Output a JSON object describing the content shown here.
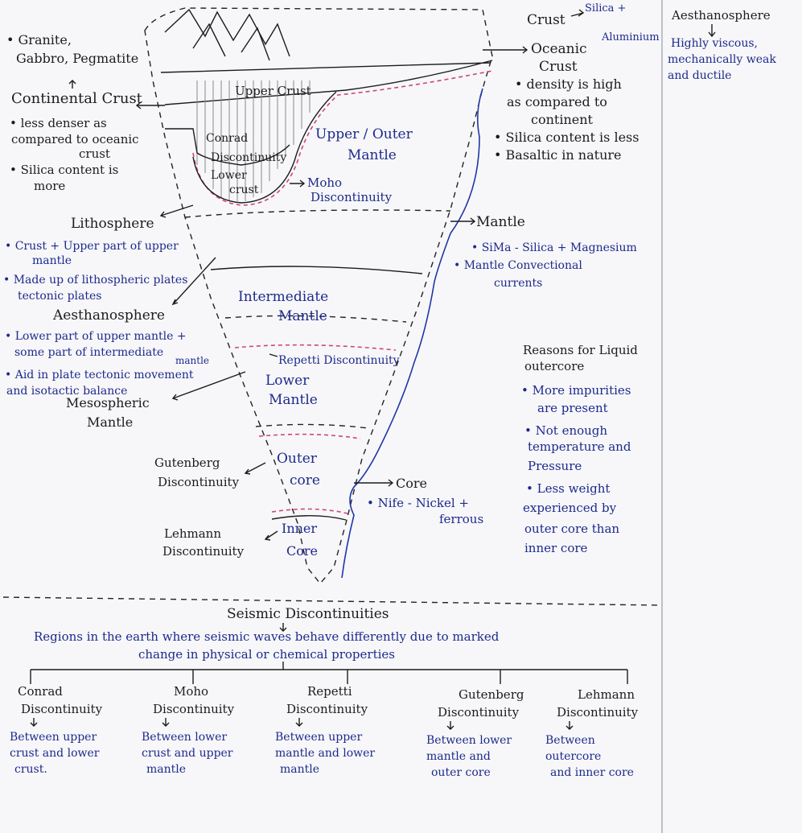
{
  "colors": {
    "ink": "#1c1c1c",
    "blue_ink": "#1d2a8c",
    "pink": "#d0457a",
    "paper": "#f7f7f9"
  },
  "labels": {
    "crust_top": "Crust",
    "crust_composition_line1": "Silica +",
    "crust_composition_line2": "Aluminium",
    "aesthanosphere_top": "Aesthanosphere",
    "aesth_props_1": "Highly viscous,",
    "aesth_props_2": "mechanically weak",
    "aesth_props_3": "and ductile",
    "rocks_1": "• Granite,",
    "rocks_2": "Gabbro, Pegmatite",
    "continental_crust": "Continental Crust",
    "cont_note_1": "• less denser as",
    "cont_note_2": "compared to oceanic",
    "cont_note_3": "crust",
    "cont_note_4": "• Silica content is",
    "cont_note_5": "more",
    "upper_crust": "Upper Crust",
    "conrad_diag_1": "Conrad",
    "conrad_diag_2": "Discontinuity",
    "lower_crust_1": "Lower",
    "lower_crust_2": "crust",
    "upper_outer_mantle_1": "Upper / Outer",
    "upper_outer_mantle_2": "Mantle",
    "moho_diag_1": "Moho",
    "moho_diag_2": "Discontinuity",
    "oceanic_crust_1": "Oceanic",
    "oceanic_crust_2": "Crust",
    "oceanic_note_1": "• density is high",
    "oceanic_note_2": "as compared to",
    "oceanic_note_3": "continent",
    "oceanic_note_4": "• Silica content is less",
    "oceanic_note_5": "• Basaltic in nature",
    "lithosphere": "Lithosphere",
    "litho_note_1": "• Crust + Upper part of upper",
    "litho_note_2": "mantle",
    "litho_note_3": "• Made up of lithospheric plates",
    "litho_note_4": "tectonic plates",
    "mantle": "Mantle",
    "sima": "• SiMa - Silica + Magnesium",
    "mantle_conv_1": "• Mantle Convectional",
    "mantle_conv_2": "currents",
    "aesthanosphere_left": "Aesthanosphere",
    "aesth_note_1": "• Lower part of upper mantle +",
    "aesth_note_2": "some part of intermediate",
    "aesth_note_3": "mantle",
    "aesth_note_4": "• Aid in plate tectonic movement",
    "aesth_note_5": "and isotactic balance",
    "intermediate_mantle_1": "Intermediate",
    "intermediate_mantle_2": "Mantle",
    "repetti_diag": "Repetti Discontinuity",
    "lower_mantle_1": "Lower",
    "lower_mantle_2": "Mantle",
    "mesospheric_1": "Mesospheric",
    "mesospheric_2": "Mantle",
    "reasons_1": "Reasons for Liquid",
    "reasons_2": "outercore",
    "reason_a1": "• More impurities",
    "reason_a2": "are present",
    "reason_b1": "• Not enough",
    "reason_b2": "temperature and",
    "reason_b3": "Pressure",
    "reason_c1": "• Less weight",
    "reason_c2": "experienced by",
    "reason_c3": "outer core than",
    "reason_c4": "inner core",
    "gutenberg_diag_1": "Gutenberg",
    "gutenberg_diag_2": "Discontinuity",
    "outer_core_1": "Outer",
    "outer_core_2": "core",
    "core": "Core",
    "nife_1": "• Nife - Nickel +",
    "nife_2": "ferrous",
    "lehmann_diag_1": "Lehmann",
    "lehmann_diag_2": "Discontinuity",
    "inner_core_1": "Inner",
    "inner_core_2": "Core"
  },
  "seismic": {
    "title": "Seismic Discontinuities",
    "definition_1": "Regions in the earth where seismic waves behave differently due to marked",
    "definition_2": "change in physical or chemical properties",
    "items": [
      {
        "name_1": "Conrad",
        "name_2": "Discontinuity",
        "desc_1": "Between upper",
        "desc_2": "crust and lower",
        "desc_3": "crust."
      },
      {
        "name_1": "Moho",
        "name_2": "Discontinuity",
        "desc_1": "Between lower",
        "desc_2": "crust and upper",
        "desc_3": "mantle"
      },
      {
        "name_1": "Repetti",
        "name_2": "Discontinuity",
        "desc_1": "Between upper",
        "desc_2": "mantle and lower",
        "desc_3": "mantle"
      },
      {
        "name_1": "Gutenberg",
        "name_2": "Discontinuity",
        "desc_1": "Between lower",
        "desc_2": "mantle and",
        "desc_3": "outer core"
      },
      {
        "name_1": "Lehmann",
        "name_2": "Discontinuity",
        "desc_1": "Between",
        "desc_2": "outercore",
        "desc_3": "and inner core"
      }
    ]
  }
}
